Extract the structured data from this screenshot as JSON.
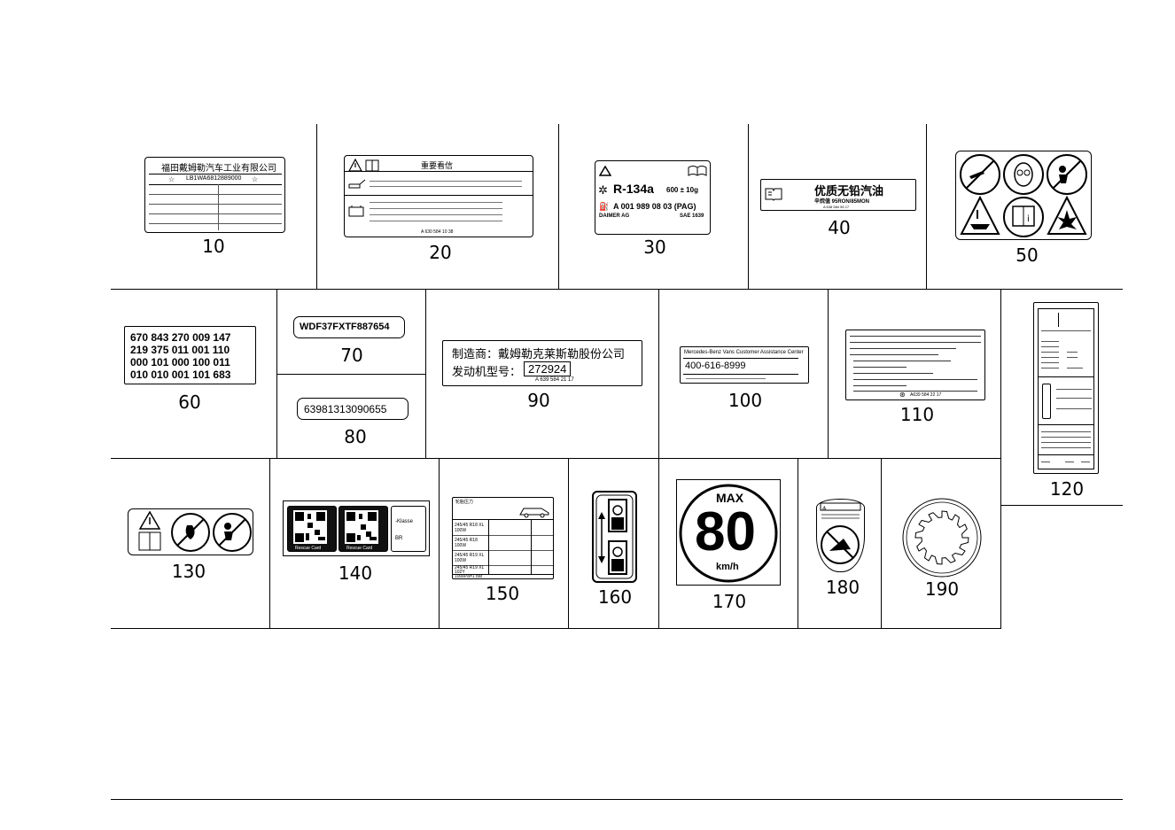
{
  "callouts": {
    "c10": "10",
    "c20": "20",
    "c30": "30",
    "c40": "40",
    "c50": "50",
    "c60": "60",
    "c70": "70",
    "c80": "80",
    "c90": "90",
    "c100": "100",
    "c110": "110",
    "c120": "120",
    "c130": "130",
    "c140": "140",
    "c150": "150",
    "c160": "160",
    "c170": "170",
    "c180": "180",
    "c190": "190"
  },
  "label10": {
    "title": "福田戴姆勒汽车工业有限公司",
    "vin": "LB1WA6812889000",
    "star": "☆"
  },
  "label20": {
    "heading": "重要看信",
    "partno": "A 630 584 10 38"
  },
  "label30": {
    "refrigerant": "R-134a",
    "amount": "600 ± 10g",
    "oil": "A 001 989 08 03 (PAG)",
    "maker": "DAIMER AG",
    "standard": "SAE 1639"
  },
  "label40": {
    "title": "优质无铅汽油",
    "subtitle": "辛烷值 95RON/85MON",
    "partno": "A 638 584 55 17"
  },
  "label60": {
    "rows": [
      "670 843 270 009 147",
      "219 375 011 001 110",
      "000 101 000 100 011",
      "010 010 001 101 683"
    ]
  },
  "label70": {
    "vin": "WDF37FXTF887654"
  },
  "label80": {
    "code": "63981313090655"
  },
  "label90": {
    "line1": "制造商：戴姆勒克莱斯勒股份公司",
    "line2": "发动机型号：",
    "engine": "272924",
    "partno": "A 639 584 21 17"
  },
  "label100": {
    "header": "Mercedes-Benz Vans Customer Assistance Center",
    "phone": "400-616-8999"
  },
  "label110": {
    "partno": "A639 584 22 17"
  },
  "label140": {
    "card1": "Rescue Card",
    "card2": "Rescue Card",
    "klasse": "-Klasse",
    "br": "BR"
  },
  "label150": {
    "title": "轮胎压力",
    "tire1": "245/45 R18 XL 100W",
    "tire2": "245/45 R18 100W",
    "tire3": "245/45 R19 XL 100W",
    "tire4": "245/45 R19 XL 102Y",
    "unit": "100kPa=1 bar"
  },
  "label170": {
    "max": "MAX",
    "speed": "80",
    "unit": "km/h"
  }
}
